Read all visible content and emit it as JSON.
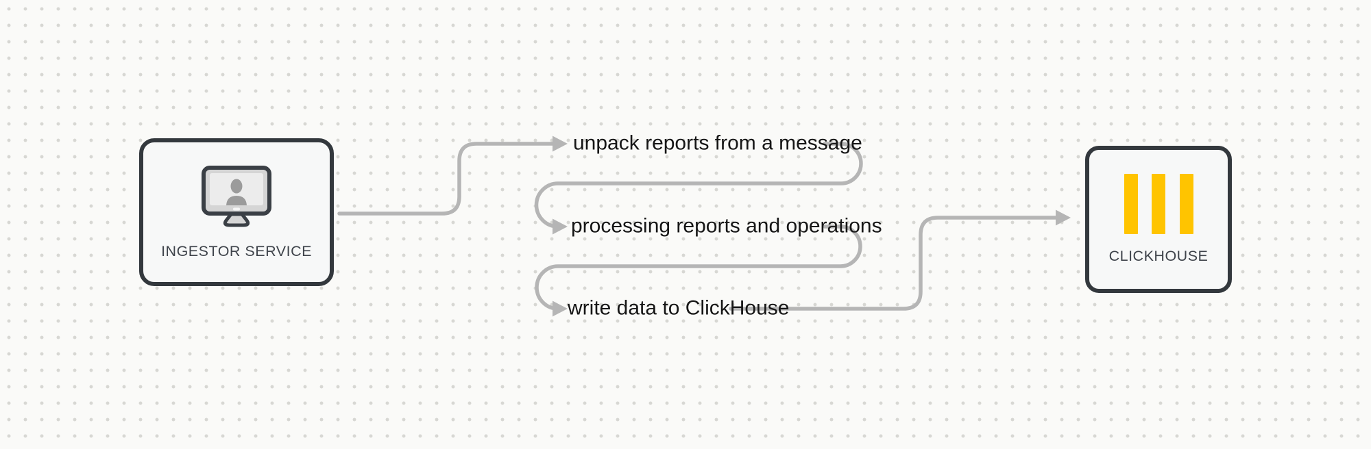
{
  "canvas": {
    "background_color": "#fafaf8",
    "dot_grid_color": "#d7d7d3"
  },
  "nodes": {
    "ingestor": {
      "label": "INGESTOR SERVICE",
      "icon": "monitor-user-icon"
    },
    "clickhouse": {
      "label": "CLICKHOUSE",
      "icon": "clickhouse-bars-logo",
      "logo_color": "#FFC400"
    }
  },
  "steps": [
    {
      "label": "unpack reports from a message"
    },
    {
      "label": "processing reports and operations"
    },
    {
      "label": "write data to ClickHouse"
    }
  ],
  "colors": {
    "connector_gray": "#b5b5b5",
    "node_border": "#33383d",
    "node_fill": "#f7f8f8",
    "step_text": "#161616",
    "node_label_text": "#3f444b",
    "clickhouse_yellow": "#FFC400",
    "icon_silhouette_gray": "#9b9b9b"
  }
}
